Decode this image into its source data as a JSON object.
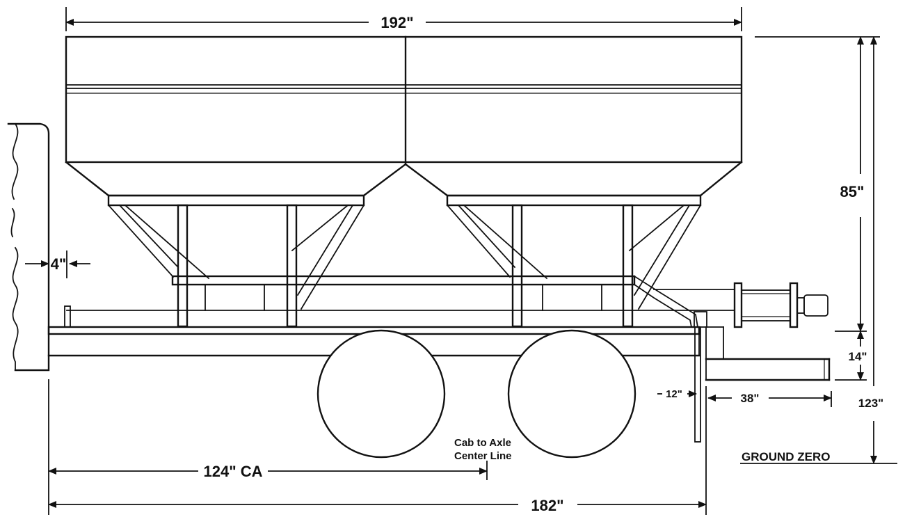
{
  "labels": {
    "width_top": "192\"",
    "tank_height": "85\"",
    "overall_height": "123\"",
    "frame_height": "14\"",
    "rear_overhang": "38\"",
    "cab_clearance": "4\"",
    "axle_gap": "12\"",
    "cab_to_axle": "124\" CA",
    "overall_length": "182\"",
    "ground": "GROUND ZERO",
    "ca_note_line1": "Cab to Axle",
    "ca_note_line2": "Center Line"
  }
}
